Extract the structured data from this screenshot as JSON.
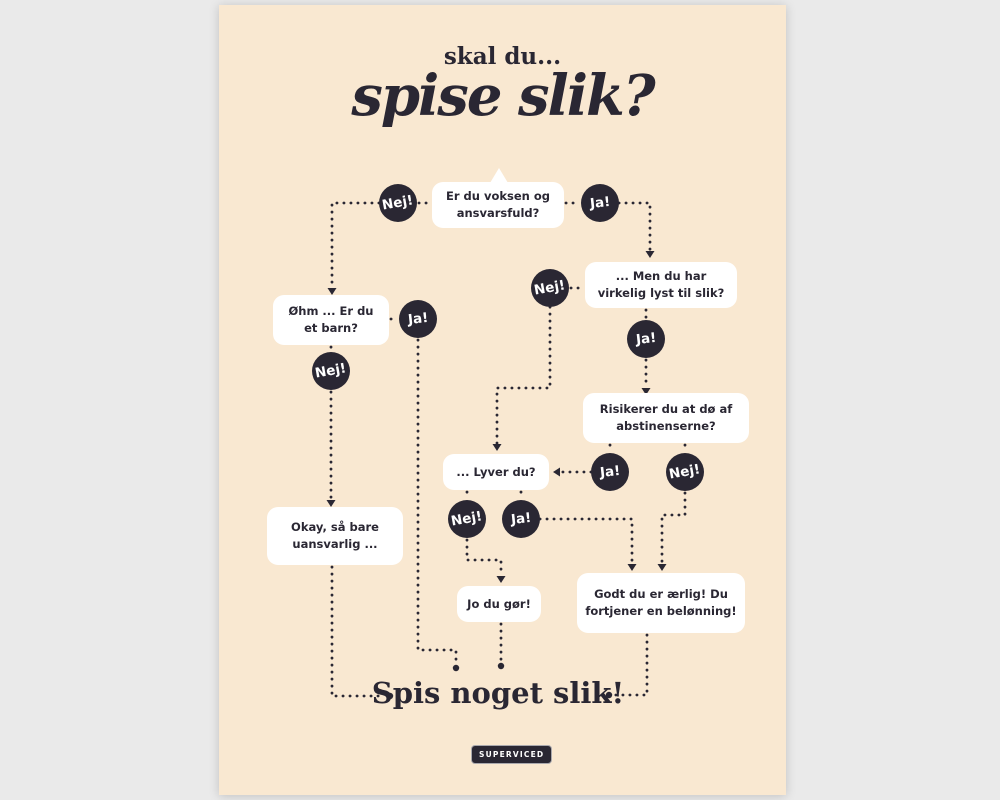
{
  "poster": {
    "supertitle": "skal du...",
    "title": "spise slik?",
    "conclusion": "Spis noget slik!",
    "brand": "SUPERVICED"
  },
  "labels": {
    "yes": "Ja!",
    "no": "Nej!"
  },
  "nodes": {
    "adult": "Er du voksen og\nansvarsfuld?",
    "craving": "... Men du har\nvirkelig lyst til slik?",
    "child": "Øhm ... Er du\net barn?",
    "withdrawal": "Risikerer du at dø af\nabstinenserne?",
    "lying": "... Lyver du?",
    "irresponsible": "Okay, så bare\nuansvarlig ...",
    "yes_you_do": "Jo du gør!",
    "honest": "Godt du er ærlig! Du\nfortjener en belønning!"
  },
  "colors": {
    "page_bg": "#eaeaea",
    "paper": "#f9e8d1",
    "ink": "#2a2733",
    "card": "#ffffff"
  }
}
